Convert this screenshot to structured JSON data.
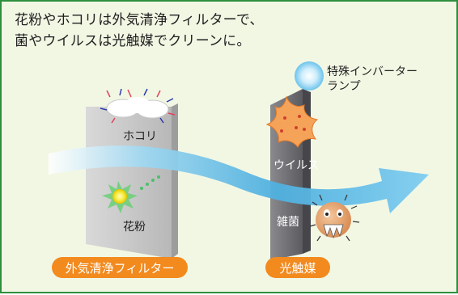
{
  "headline": {
    "line1": "花粉やホコリは外気清浄フィルターで、",
    "line2": "菌やウイルスは光触媒でクリーンに。"
  },
  "labels": {
    "lamp_line1": "特殊インバーター",
    "lamp_line2": "ランプ",
    "dust": "ホコリ",
    "pollen": "花粉",
    "virus": "ウイルス",
    "bacteria": "雑菌"
  },
  "tags": {
    "outside_filter": "外気清浄フィルター",
    "photocatalyst": "光触媒"
  },
  "colors": {
    "frame_border": "#2f8f3e",
    "background": "#f2f7e4",
    "tag_orange": "#f28a1e",
    "airflow_light": "#bfe6f7",
    "airflow_dark": "#3aa6dc"
  }
}
